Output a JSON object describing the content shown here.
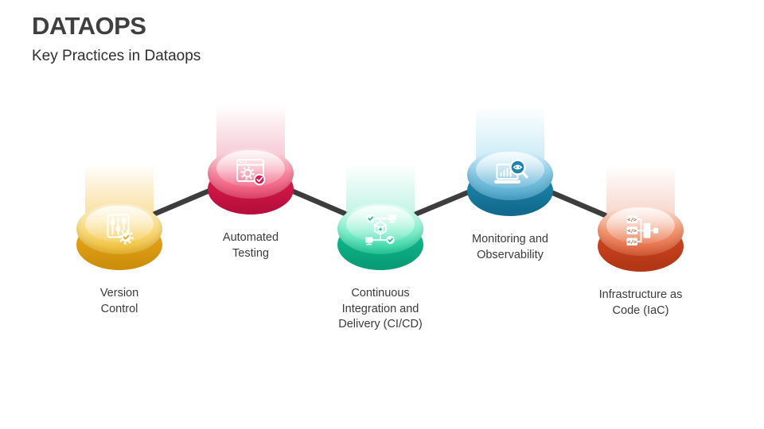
{
  "slide": {
    "title": "DATAOPS",
    "subtitle": "Key Practices in Dataops",
    "background_color": "#ffffff",
    "title_color": "#3f3f3f",
    "subtitle_color": "#2e2e2e",
    "label_color": "#3b3b3b",
    "connector_color": "#3d3d3d"
  },
  "nodes": [
    {
      "id": "version-control",
      "label": "Version Control",
      "icon": "version-control-icon",
      "position": "low",
      "colors": {
        "beam": "#F7CE6E",
        "side": "#E7A418",
        "side_dark": "#CE8F0C",
        "top_light": "#FBEFCB",
        "top_mid": "#F8D97E",
        "top_dark": "#F2BE33"
      }
    },
    {
      "id": "automated-testing",
      "label": "Automated Testing",
      "icon": "automated-testing-icon",
      "position": "high",
      "colors": {
        "beam": "#F2A9BD",
        "side": "#D81B4C",
        "side_dark": "#B90F3C",
        "top_light": "#FAD9E1",
        "top_mid": "#F4849D",
        "top_dark": "#EC4B72"
      }
    },
    {
      "id": "continuous-integration-delivery",
      "label": "Continuous Integration and Delivery (CI/CD)",
      "icon": "cicd-icon",
      "position": "low",
      "colors": {
        "beam": "#9FEDD6",
        "side": "#10BA8E",
        "side_dark": "#089D77",
        "top_light": "#DFFCF2",
        "top_mid": "#86EECC",
        "top_dark": "#2BD2A0"
      }
    },
    {
      "id": "monitoring-observability",
      "label": "Monitoring and Observability",
      "icon": "monitoring-icon",
      "position": "high",
      "colors": {
        "beam": "#AEE0F2",
        "side": "#1E84AC",
        "side_dark": "#126B8F",
        "top_light": "#D3EFFA",
        "top_mid": "#7FC3DF",
        "top_dark": "#4FA9CE"
      }
    },
    {
      "id": "infrastructure-as-code",
      "label": "Infrastructure as Code (IaC)",
      "icon": "iac-icon",
      "position": "low",
      "colors": {
        "beam": "#F2BFAE",
        "side": "#CF4520",
        "side_dark": "#B23715",
        "top_light": "#FBDFD4",
        "top_mid": "#F0936F",
        "top_dark": "#E0613C"
      }
    }
  ]
}
